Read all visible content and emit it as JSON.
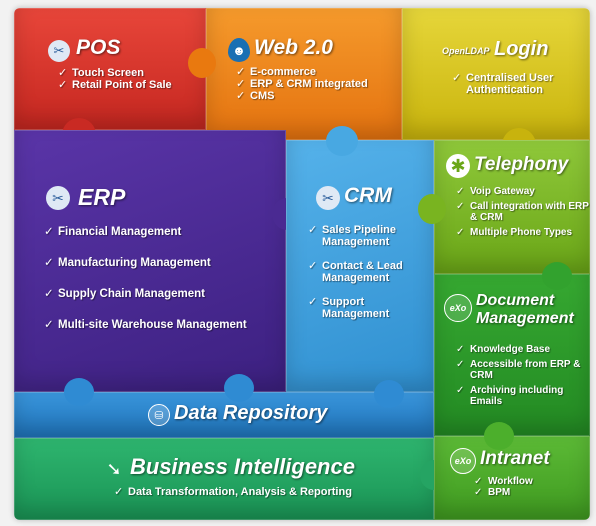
{
  "pieces": {
    "pos": {
      "title": "POS",
      "items": [
        "Touch Screen",
        "Retail Point of Sale"
      ],
      "color": "#d7302a"
    },
    "web": {
      "title": "Web 2.0",
      "items": [
        "E-commerce",
        "ERP & CRM integrated",
        "CMS"
      ],
      "color": "#ec7d14"
    },
    "login": {
      "logo": "OpenLDAP",
      "title": "Login",
      "items": [
        "Centralised User Authentication"
      ],
      "color": "#d6c516"
    },
    "erp": {
      "title": "ERP",
      "items": [
        "Financial Management",
        "Manufacturing Management",
        "Supply Chain Management",
        "Multi-site Warehouse Management"
      ],
      "color": "#4a2a92"
    },
    "crm": {
      "title": "CRM",
      "items": [
        "Sales Pipeline Management",
        "Contact & Lead Management",
        "Support Management"
      ],
      "color": "#3f9fdc"
    },
    "telephony": {
      "title": "Telephony",
      "items": [
        "Voip Gateway",
        "Call integration with ERP & CRM",
        "Multiple Phone Types"
      ],
      "color": "#7eb823"
    },
    "document": {
      "logo": "eXo",
      "title": "Document Management",
      "items": [
        "Knowledge Base",
        "Accessible from ERP & CRM",
        "Archiving including Emails"
      ],
      "color": "#2e9a2a"
    },
    "data": {
      "title": "Data Repository",
      "color": "#2c86cf"
    },
    "bi": {
      "title": "Business Intelligence",
      "items": [
        "Data Transformation, Analysis & Reporting"
      ],
      "color": "#24a364"
    },
    "intranet": {
      "logo": "eXo",
      "title": "Intranet",
      "items": [
        "Workflow",
        "BPM"
      ],
      "color": "#52b030"
    }
  },
  "check_glyph": "✓"
}
